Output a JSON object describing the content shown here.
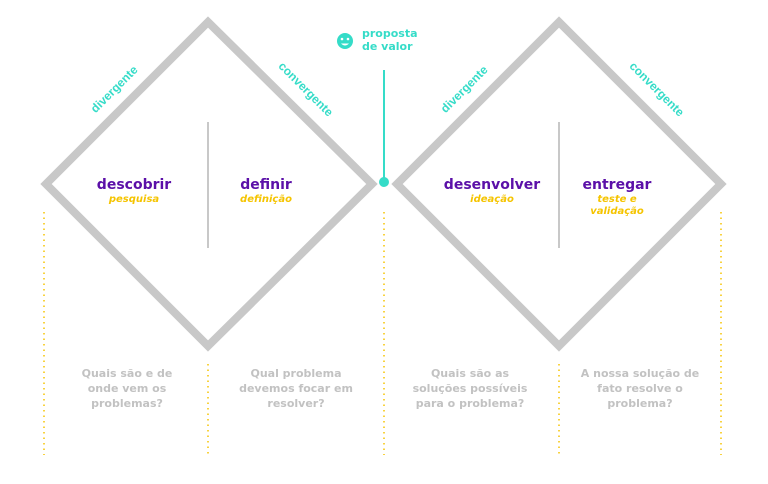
{
  "value_proposition": {
    "label": "proposta de valor",
    "icon": "smiley-icon"
  },
  "diamonds": [
    {
      "left_arc_label": "divergente",
      "right_arc_label": "convergente",
      "phases": [
        {
          "title": "descobrir",
          "subtitle": "pesquisa",
          "question": "Quais são e de onde vem os problemas?"
        },
        {
          "title": "definir",
          "subtitle": "definição",
          "question": "Qual problema devemos focar em resolver?"
        }
      ]
    },
    {
      "left_arc_label": "divergente",
      "right_arc_label": "convergente",
      "phases": [
        {
          "title": "desenvolver",
          "subtitle": "ideação",
          "question": "Quais são as soluções possíveis para o problema?"
        },
        {
          "title": "entregar",
          "subtitle": "teste e validação",
          "question": "A nossa solução de fato resolve o problema?"
        }
      ]
    }
  ],
  "colors": {
    "diamond_stroke": "#c8c8c8",
    "phase_title": "#5b10a8",
    "phase_subtitle": "#f5c400",
    "arc_label": "#35dcc8",
    "question_text": "#c2c2c2",
    "dotted_lines": "#f5c400"
  }
}
